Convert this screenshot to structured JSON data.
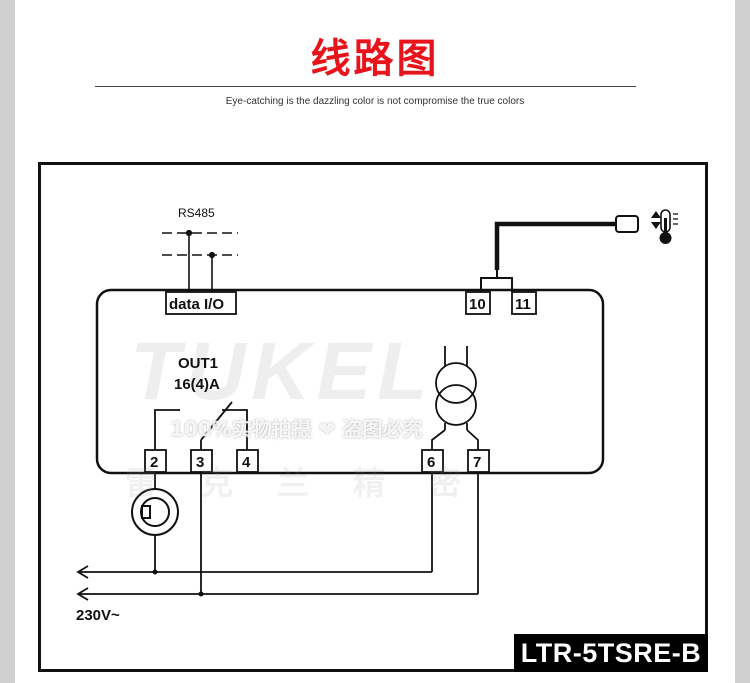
{
  "header": {
    "title": "线路图",
    "subtitle": "Eye-catching is the dazzling color is not compromise the true colors"
  },
  "diagram": {
    "rs485_label": "RS485",
    "data_io_label": "data I/O",
    "out1_label": "OUT1",
    "rating_label": "16(4)A",
    "voltage_label": "230V~",
    "terminals": [
      "2",
      "3",
      "4",
      "6",
      "7",
      "10",
      "11"
    ]
  },
  "watermark": {
    "brand": "TUKEL",
    "line1": "100%实物拍摄 ❤ 盗图必究",
    "line2": "雷克兰精密"
  },
  "model": "LTR-5TSRE-B",
  "colors": {
    "title_red": "#e8141b",
    "line": "#111111"
  },
  "icons": [
    "thermometer-icon",
    "transformer-icon",
    "load-icon"
  ]
}
